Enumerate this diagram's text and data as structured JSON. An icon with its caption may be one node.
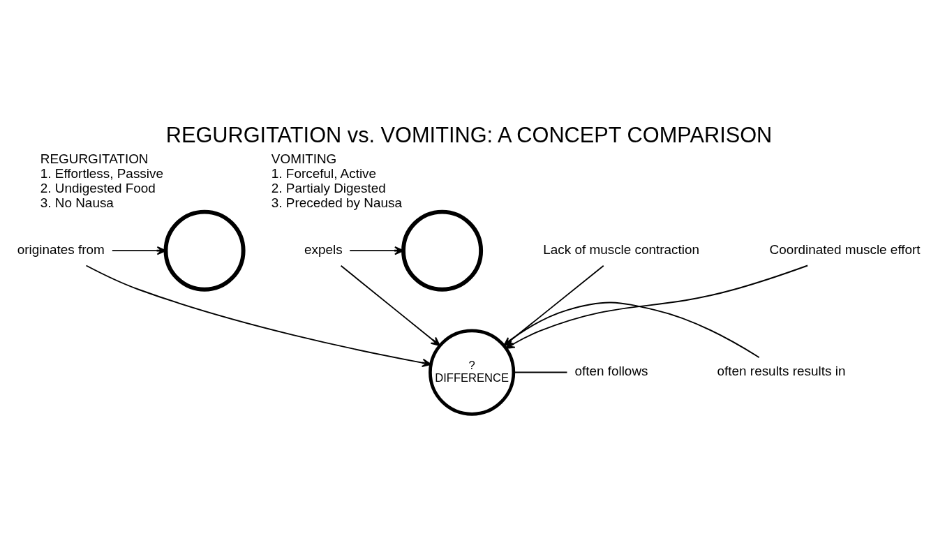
{
  "diagram": {
    "title": "REGURGITATION vs. VOMITING: A CONCEPT COMPARISON",
    "nodes": [
      {
        "text": [],
        "shape": "circle",
        "beside": [
          "REGURGITATION",
          "1. Effortless, Passive",
          "2. Undigested Food",
          "3. No Nausa"
        ]
      },
      {
        "text": [
          "originates from"
        ]
      },
      {
        "text": [
          "?",
          "DIFFERENCE"
        ]
      },
      {
        "text": [
          "expels"
        ]
      },
      {
        "text": [],
        "shape": "circle",
        "beside": [
          "VOMITING",
          "1. Forceful, Active",
          "2. Partialy Digested",
          "3. Preceded by Nausa"
        ]
      },
      {
        "text": [
          "often results results in"
        ]
      },
      {
        "text": [
          "often follows"
        ]
      },
      {
        "text": [
          "Lack of muscle contraction"
        ]
      },
      {
        "text": [
          "Coordinated muscle effort"
        ]
      }
    ],
    "edges": [
      {
        "from": 1,
        "to": 0,
        "arrow": "to"
      },
      {
        "from": 1,
        "to": 2,
        "arrow": "to"
      },
      {
        "from": 3,
        "to": 4,
        "arrow": "to"
      },
      {
        "from": 3,
        "to": 2,
        "arrow": "to"
      },
      {
        "from": 2,
        "to": 5,
        "arrow": "none"
      },
      {
        "from": 2,
        "to": 6,
        "arrow": "none"
      },
      {
        "from": 7,
        "to": 2,
        "arrow": "to"
      },
      {
        "from": 8,
        "to": 2,
        "arrow": "to"
      }
    ]
  }
}
